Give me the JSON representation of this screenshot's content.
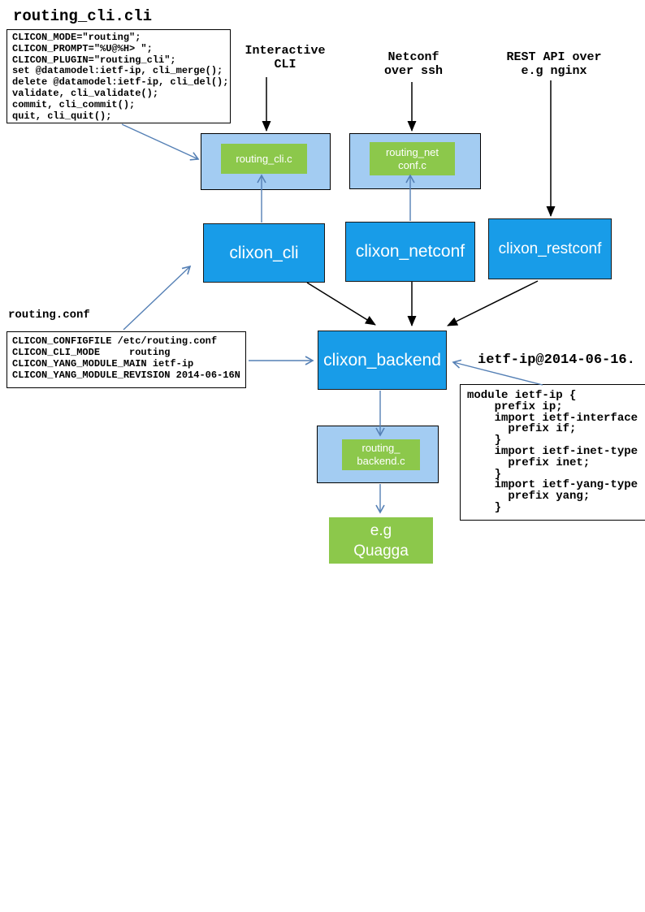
{
  "palette": {
    "bright_blue": "#189ce8",
    "light_blue": "#a3ccf2",
    "green": "#8cc84b",
    "arrow_blue": "#5580b5",
    "arrow_black": "#000000"
  },
  "cli_file": {
    "title": "routing_cli.cli",
    "code": "CLICON_MODE=\"routing\";\nCLICON_PROMPT=\"%U@%H> \";\nCLICON_PLUGIN=\"routing_cli\";\nset @datamodel:ietf-ip, cli_merge();\ndelete @datamodel:ietf-ip, cli_del();\nvalidate, cli_validate();\ncommit, cli_commit();\nquit, cli_quit();"
  },
  "conf_file": {
    "title": "routing.conf",
    "code": "CLICON_CONFIGFILE /etc/routing.conf\nCLICON_CLI_MODE     routing\nCLICON_YANG_MODULE_MAIN ietf-ip\nCLICON_YANG_MODULE_REVISION 2014-06-16N"
  },
  "yang_file": {
    "label": "ietf-ip@2014-06-16.",
    "code": "module ietf-ip {\n    prefix ip;\n    import ietf-interface\n      prefix if;\n    }\n    import ietf-inet-type\n      prefix inet;\n    }\n    import ietf-yang-type\n      prefix yang;\n    }"
  },
  "annotations": {
    "interactive_cli": "Interactive\nCLI",
    "netconf_ssh": "Netconf\nover ssh",
    "rest_api": "REST API over\ne.g nginx"
  },
  "plugins": {
    "cli": "routing_cli.c",
    "netconf": "routing_net\nconf.c",
    "backend": "routing_\nbackend.c"
  },
  "daemons": {
    "cli": "clixon_cli",
    "netconf": "clixon_netconf",
    "restconf": "clixon_restconf",
    "backend": "clixon_backend"
  },
  "external": {
    "quagga": "e.g\nQuagga"
  }
}
